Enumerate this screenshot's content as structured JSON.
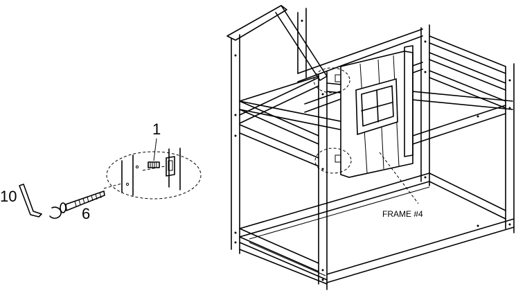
{
  "labels": {
    "part_1": "1",
    "part_6": "6",
    "part_10": "10",
    "frame": "FRAME #4"
  },
  "icons": [
    "allen-key-icon",
    "washer-icon",
    "bolt-icon",
    "barrel-nut-icon"
  ],
  "colors": {
    "line": "#000000",
    "background": "#ffffff"
  }
}
